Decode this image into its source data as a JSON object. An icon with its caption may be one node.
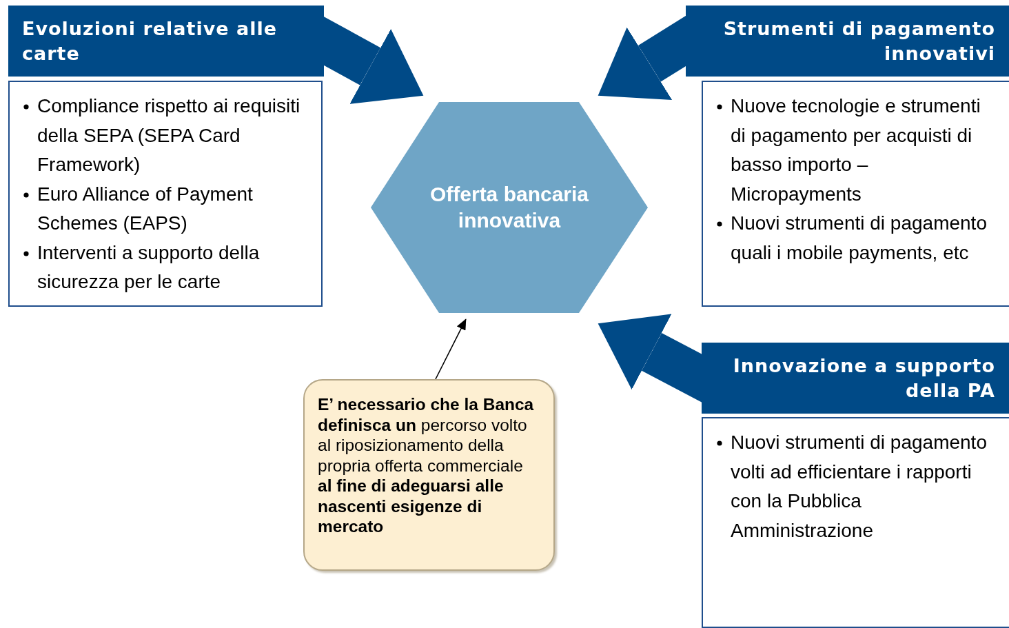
{
  "diagram": {
    "nodes": [
      {
        "text": [
          "Evoluzioni relative alle carte"
        ]
      },
      {
        "text": [
          "Compliance rispetto ai requisiti della SEPA (SEPA Card Framework)",
          "Euro Alliance of Payment Schemes (EAPS)",
          "Interventi a supporto della sicurezza per le carte"
        ]
      },
      {
        "text": [
          "Strumenti di pagamento innovativi"
        ]
      },
      {
        "text": [
          "Nuove tecnologie e strumenti di pagamento per acquisti di basso importo – Micropayments",
          "Nuovi strumenti di pagamento quali i mobile payments, etc"
        ]
      },
      {
        "text": [
          "Offerta bancaria innovativa"
        ]
      },
      {
        "text": [
          "Innovazione a supporto della PA"
        ]
      },
      {
        "text": [
          "Nuovi strumenti di pagamento volti ad efficientare i rapporti con la Pubblica Amministrazione"
        ]
      },
      {
        "text": [
          "**E’ necessario che la Banca definisca un** percorso volto al riposizionamento della propria offerta commerciale **al fine di adeguarsi alle nascenti esigenze di mercato**"
        ]
      }
    ],
    "edges": [
      {
        "from": 0,
        "to": 4,
        "arrow": "to"
      },
      {
        "from": 2,
        "to": 4,
        "arrow": "to"
      },
      {
        "from": 5,
        "to": 4,
        "arrow": "to"
      },
      {
        "from": 7,
        "to": 4,
        "arrow": "to",
        "color": "#000000"
      }
    ]
  }
}
